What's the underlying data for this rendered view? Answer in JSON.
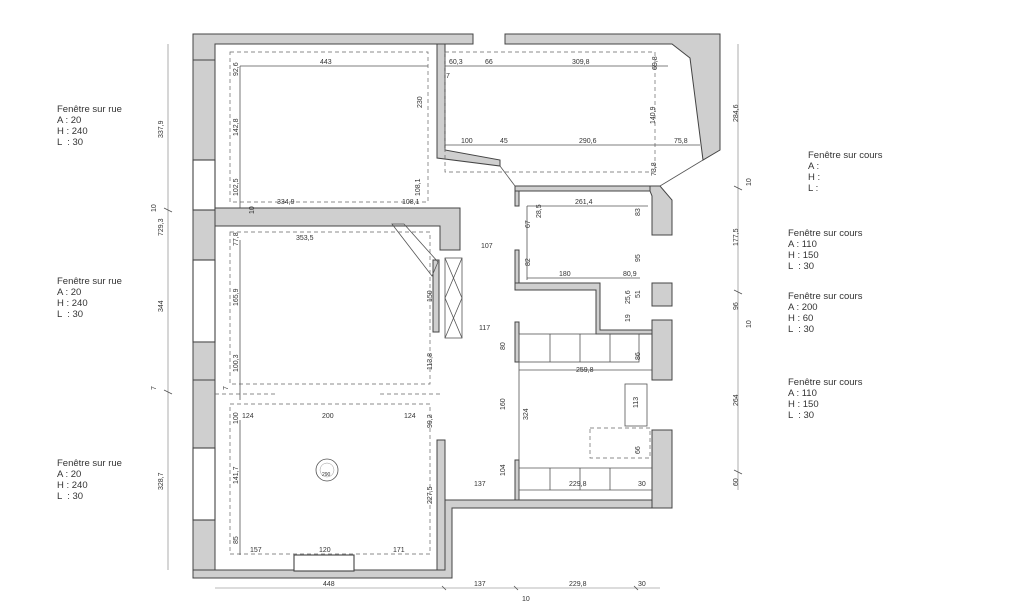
{
  "dimensions": {
    "top_room_width": "443",
    "top_room_depth": "230",
    "kitchen_top_a": "60,3",
    "kitchen_top_b": "66",
    "kitchen_top_c": "309,8",
    "kitchen_top_d": "69,8",
    "kitchen_seven": "7",
    "kitchen_depth": "140,9",
    "kitchen_b1": "100",
    "kitchen_b2": "45",
    "kitchen_b3": "290,6",
    "kitchen_b4": "75,8",
    "kitchen_b5": "73,8",
    "right_284_6": "284,6",
    "right_10a": "10",
    "right_177_5": "177,5",
    "right_96": "96",
    "right_10b": "10",
    "right_264": "264",
    "right_60": "60",
    "left_337_9": "337,9",
    "left_10": "10",
    "left_729_3": "729,3",
    "left_344": "344",
    "left_7": "7",
    "left_328_7": "328,7",
    "room1_v1": "92,6",
    "room1_v2": "142,8",
    "room1_v3": "102,5",
    "room1_v4": "108,1",
    "room1_b1": "334,9",
    "room1_b2": "108,1",
    "room1_b3": "10",
    "room2_w": "353,5",
    "room2_v1": "77,8",
    "room2_v2": "165,9",
    "room2_v3": "100,3",
    "room2_v4": "150",
    "room2_v5": "113,8",
    "corridor_107": "107",
    "corridor_117": "117",
    "bath_w": "261,4",
    "bath_28": "28,5",
    "bath_83": "83",
    "bath_67": "67",
    "bath_82": "82",
    "bath_180": "180",
    "bath_80_9": "80,9",
    "bath_95": "95",
    "small_51": "51",
    "small_25_6": "25,6",
    "small_19": "19",
    "room3_v1": "7",
    "room3_v2": "100",
    "room3_a": "124",
    "room3_b": "200",
    "room3_c": "124",
    "room3_d": "99,2",
    "room3_e": "141,7",
    "room3_f": "227,5",
    "room3_g": "85",
    "room3_h": "157",
    "room3_i": "120",
    "room3_j": "171",
    "light_label": "290",
    "kitchen2_80": "80",
    "kitchen2_w": "259,8",
    "kitchen2_86": "86",
    "kitchen2_160": "160",
    "kitchen2_324": "324",
    "kitchen2_113": "113",
    "kitchen2_66": "66",
    "kitchen2_104": "104",
    "kitchen2_137": "137",
    "kitchen2_229": "229,8",
    "kitchen2_30": "30",
    "bottom_448": "448",
    "bottom_137": "137",
    "bottom_229": "229,8",
    "bottom_30": "30",
    "bottom_10": "10"
  },
  "notes": [
    {
      "title": "Fenêtre sur rue",
      "a": "A : 20",
      "h": "H : 240",
      "l": "L  : 30"
    },
    {
      "title": "Fenêtre sur rue",
      "a": "A : 20",
      "h": "H : 240",
      "l": "L  : 30"
    },
    {
      "title": "Fenêtre sur rue",
      "a": "A : 20",
      "h": "H : 240",
      "l": "L  : 30"
    },
    {
      "title": "Fenêtre sur cours",
      "a": "A :",
      "h": "H :",
      "l": "L :"
    },
    {
      "title": "Fenêtre sur cours",
      "a": "A : 110",
      "h": "H : 150",
      "l": "L  : 30"
    },
    {
      "title": "Fenêtre sur cours",
      "a": "A : 200",
      "h": "H : 60",
      "l": "L  : 30"
    },
    {
      "title": "Fenêtre sur cours",
      "a": "A : 110",
      "h": "H : 150",
      "l": "L  : 30"
    }
  ]
}
